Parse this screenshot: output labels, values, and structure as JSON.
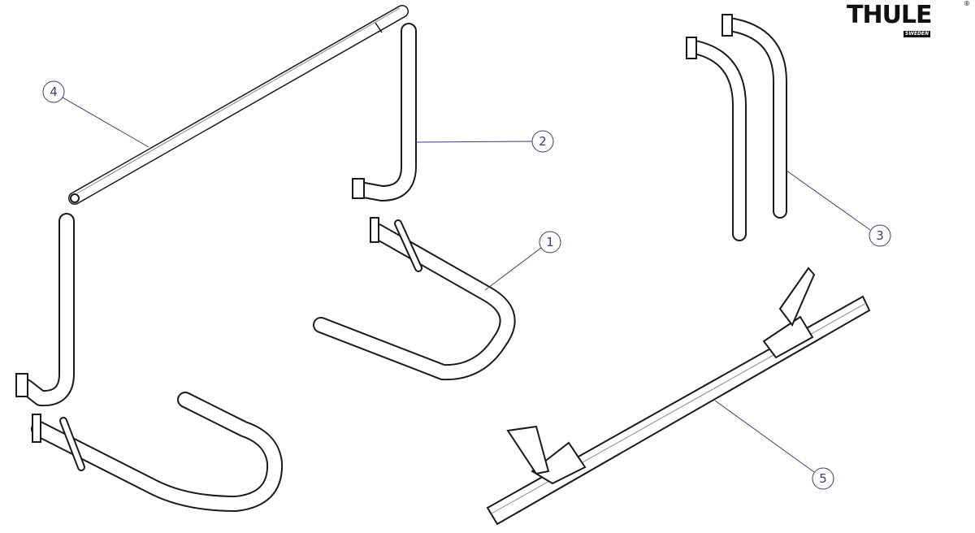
{
  "logo": {
    "brand": "THULE",
    "sub": "SWEDEN",
    "mark": "®"
  },
  "callouts": [
    {
      "id": "callout-4",
      "label": "4"
    },
    {
      "id": "callout-2",
      "label": "2"
    },
    {
      "id": "callout-1",
      "label": "1"
    },
    {
      "id": "callout-3",
      "label": "3"
    },
    {
      "id": "callout-5",
      "label": "5"
    }
  ],
  "colors": {
    "line": "#1a1a1a",
    "callout": "#3a3a80"
  }
}
